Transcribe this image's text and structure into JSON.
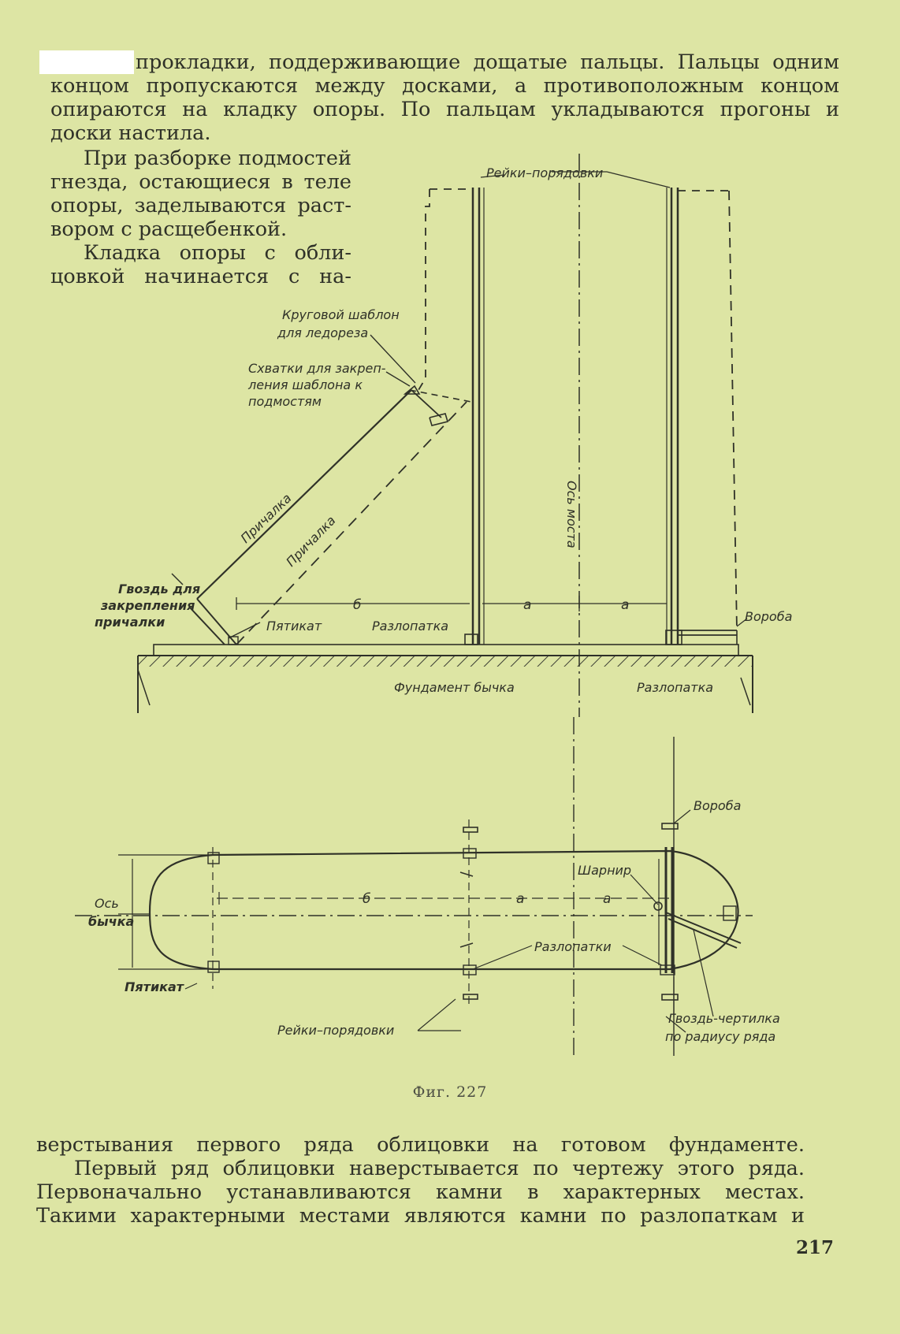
{
  "top_paragraph": [
    "прокладки, поддерживающие дощатые пальцы. Пальцы одним",
    "концом пропускаются между досками, а противоположным концом",
    "опираются на кладку опоры. По пальцам укладываются прогоны и",
    "доски настила."
  ],
  "side_paragraph_1": [
    "При разборке подмостей",
    "гнезда, остающиеся в теле",
    "опоры, заделываются раст-",
    "вором с расщебенкой."
  ],
  "side_paragraph_2": [
    "Кладка опоры с обли-",
    "цовкой начинается с на-"
  ],
  "figure": {
    "caption": "Фиг. 227",
    "elevation_labels": {
      "reiki_poryadovki": "Рейки–порядовки",
      "krugovoi_line1": "Круговой шаблон",
      "krugovoi_line2": "для ледореза",
      "skhvatki_line1": "Схватки для закреп-",
      "skhvatki_line2": "ления шаблона к",
      "skhvatki_line3": "подмостям",
      "os_mosta": "Ось моста",
      "prichalka_1": "Причалка",
      "prichalka_2": "Причалка",
      "gvozd_line1": "Гвоздь для",
      "gvozd_line2": "закрепления",
      "gvozd_line3": "причалки",
      "dim_b": "б",
      "dim_a1": "а",
      "dim_a2": "а",
      "pyatikat": "Пятикат",
      "razlopatka_left": "Разлопатка",
      "voroba": "Вороба",
      "fundament": "Фундамент бычка",
      "razlopatka_right": "Разлопатка"
    },
    "plan_labels": {
      "voroba": "Вороба",
      "sharnir": "Шарнир",
      "os_line1": "Ось",
      "os_line2": "бычка",
      "dim_b": "б",
      "dim_a1": "а",
      "dim_a2": "а",
      "razlopatki": "Разлопатки",
      "pyatikat": "Пятикат",
      "reiki_poryadovki": "Рейки–порядовки",
      "gvozd_line1": "Гвоздь-чертилка",
      "gvozd_line2": "по радиусу ряда"
    }
  },
  "bottom_paragraph": [
    "верстывания первого ряда облицовки на готовом фундаменте.",
    "Первый ряд облицовки наверстывается по чертежу этого ряда.",
    "Первоначально устанавливаются камни в характерных местах.",
    "Такими характерными местами являются камни по разлопаткам и"
  ],
  "page_number": "217"
}
